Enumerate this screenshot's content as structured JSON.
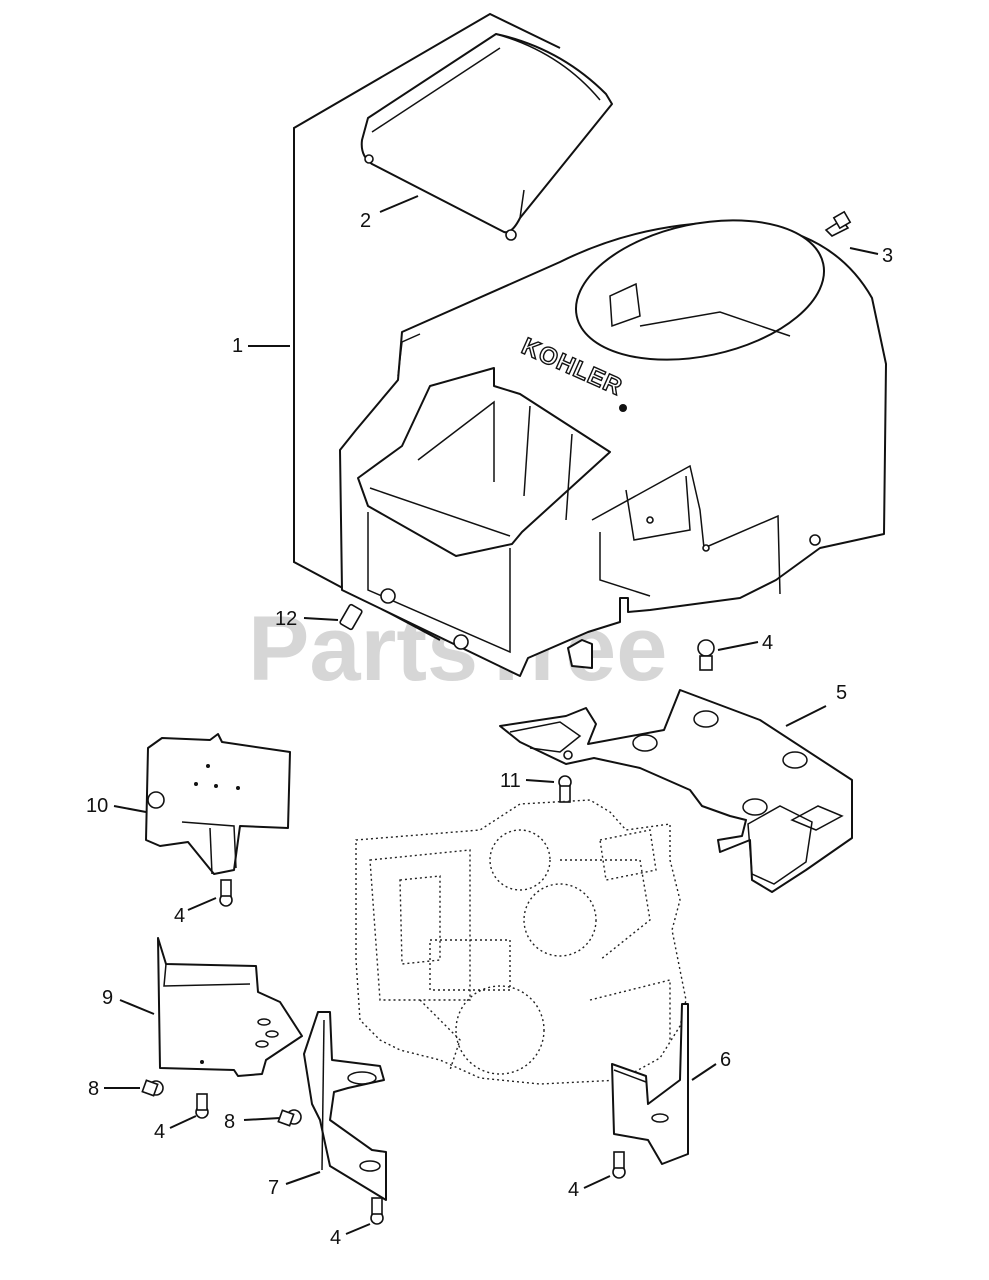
{
  "diagram": {
    "brand_text": "KOHLER",
    "watermark": "PartsTree",
    "callouts": {
      "c1": "1",
      "c2": "2",
      "c3": "3",
      "c4a": "4",
      "c4b": "4",
      "c4c": "4",
      "c4d": "4",
      "c4e": "4",
      "c5": "5",
      "c6": "6",
      "c7": "7",
      "c8a": "8",
      "c8b": "8",
      "c9": "9",
      "c10": "10",
      "c11": "11",
      "c12": "12"
    }
  }
}
